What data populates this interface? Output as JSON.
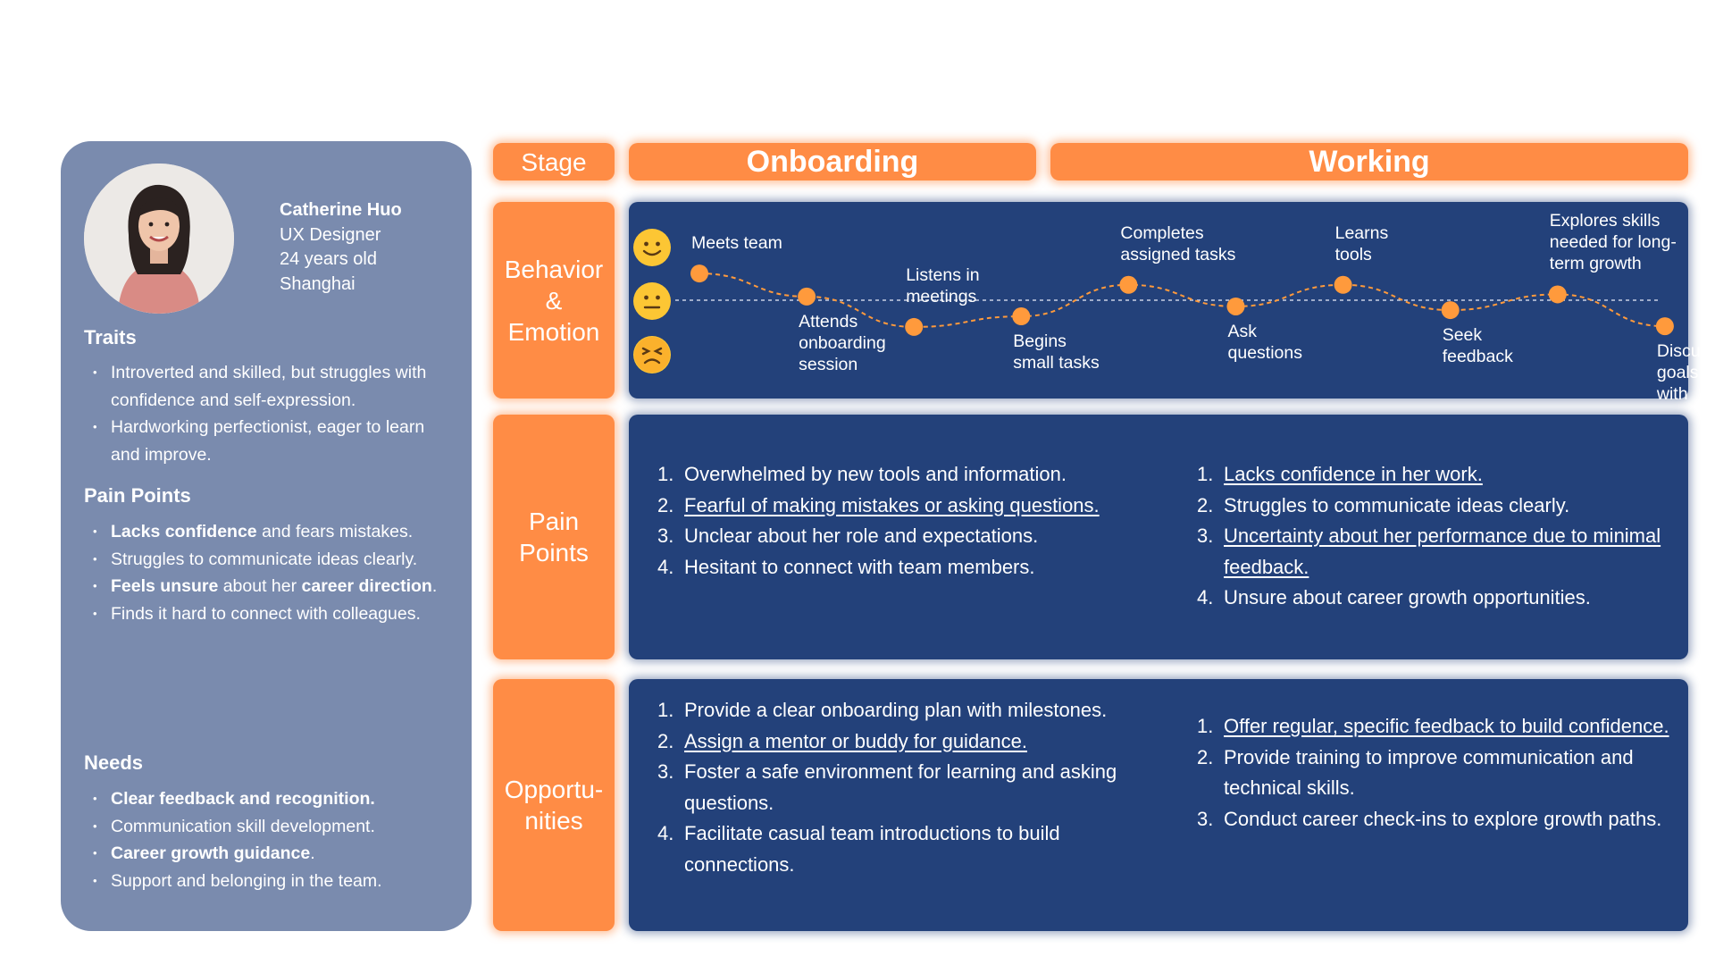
{
  "persona": {
    "name": "Catherine Huo",
    "role": "UX Designer",
    "age": "24 years old",
    "location": "Shanghai",
    "traits_title": "Traits",
    "traits": [
      {
        "parts": [
          {
            "t": "Introverted and skilled, but struggles with confidence and self-expression."
          }
        ]
      },
      {
        "parts": [
          {
            "t": "Hardworking perfectionist, eager to learn and improve."
          }
        ]
      }
    ],
    "pain_title": "Pain Points",
    "pain_points": [
      {
        "parts": [
          {
            "t": "Lacks confidence",
            "b": true
          },
          {
            "t": " and fears mistakes."
          }
        ]
      },
      {
        "parts": [
          {
            "t": "Struggles to communicate ideas clearly."
          }
        ]
      },
      {
        "parts": [
          {
            "t": "Feels unsure",
            "b": true
          },
          {
            "t": " about her "
          },
          {
            "t": "career direction",
            "b": true
          },
          {
            "t": "."
          }
        ]
      },
      {
        "parts": [
          {
            "t": "Finds it hard to connect with colleagues."
          }
        ]
      }
    ],
    "needs_title": "Needs",
    "needs": [
      {
        "parts": [
          {
            "t": "Clear feedback and recognition.",
            "b": true
          }
        ]
      },
      {
        "parts": [
          {
            "t": "Communication skill development."
          }
        ]
      },
      {
        "parts": [
          {
            "t": "Career growth guidance",
            "b": true
          },
          {
            "t": "."
          }
        ]
      },
      {
        "parts": [
          {
            "t": "Support and belonging in the team."
          }
        ]
      }
    ]
  },
  "stage_label": "Stage",
  "stages": [
    "Onboarding",
    "Working"
  ],
  "rows": {
    "behavior": "Behavior\n&\nEmotion",
    "pain": "Pain\nPoints",
    "opportunities": "Opportu-\nnities"
  },
  "emotion_scale": [
    {
      "level": "positive",
      "icon": "smiling-face-icon"
    },
    {
      "level": "neutral",
      "icon": "neutral-face-icon"
    },
    {
      "level": "negative",
      "icon": "distressed-face-icon"
    }
  ],
  "journey_steps": [
    {
      "label": "Meets team",
      "emotion": 0.73,
      "label_pos": "above"
    },
    {
      "label": "Attends\nonboarding\nsession",
      "emotion": 0.1,
      "label_pos": "below"
    },
    {
      "label": "Listens in\nmeetings",
      "emotion": -0.73,
      "label_pos": "above"
    },
    {
      "label": "Begins\nsmall tasks",
      "emotion": -0.44,
      "label_pos": "below"
    },
    {
      "label": "Completes\nassigned tasks",
      "emotion": 0.42,
      "label_pos": "above"
    },
    {
      "label": "Ask\nquestions",
      "emotion": -0.17,
      "label_pos": "below"
    },
    {
      "label": "Learns\ntools",
      "emotion": 0.42,
      "label_pos": "above"
    },
    {
      "label": "Seek\nfeedback",
      "emotion": -0.27,
      "label_pos": "below"
    },
    {
      "label": "Explores skills\nneeded for long-\nterm growth",
      "emotion": 0.16,
      "label_pos": "above"
    },
    {
      "label": "Discusses goals\nwith mentors",
      "emotion": -0.71,
      "label_pos": "below"
    }
  ],
  "pain_points": {
    "onboarding": [
      {
        "text": "Overwhelmed by new tools and information.",
        "underline": false
      },
      {
        "text": "Fearful of making mistakes or asking questions.",
        "underline": true
      },
      {
        "text": "Unclear about her role and expectations.",
        "underline": false
      },
      {
        "text": "Hesitant to connect with team members.",
        "underline": false
      }
    ],
    "working": [
      {
        "text": "Lacks confidence in her work.",
        "underline": true
      },
      {
        "text": "Struggles to communicate ideas clearly.",
        "underline": false
      },
      {
        "text": "Uncertainty about her performance due to minimal feedback.",
        "underline": true
      },
      {
        "text": "Unsure about career growth opportunities.",
        "underline": false
      }
    ]
  },
  "opportunities": {
    "onboarding": [
      {
        "text": "Provide a clear onboarding plan with milestones.",
        "underline": false
      },
      {
        "text": "Assign a mentor or buddy for guidance.",
        "underline": true
      },
      {
        "text": "Foster a safe environment for learning and asking questions.",
        "underline": false
      },
      {
        "text": "Facilitate casual team introductions to build connections.",
        "underline": false
      }
    ],
    "working": [
      {
        "text": "Offer regular, specific feedback to build confidence.",
        "underline": true
      },
      {
        "text": "Provide training to improve communication and technical skills.",
        "underline": false
      },
      {
        "text": "Conduct career check-ins to explore growth paths.",
        "underline": false
      }
    ]
  },
  "colors": {
    "accent": "#ff8c45",
    "panel": "#23417a",
    "persona_card": "#7a8bae",
    "dot": "#ff9a3c"
  }
}
